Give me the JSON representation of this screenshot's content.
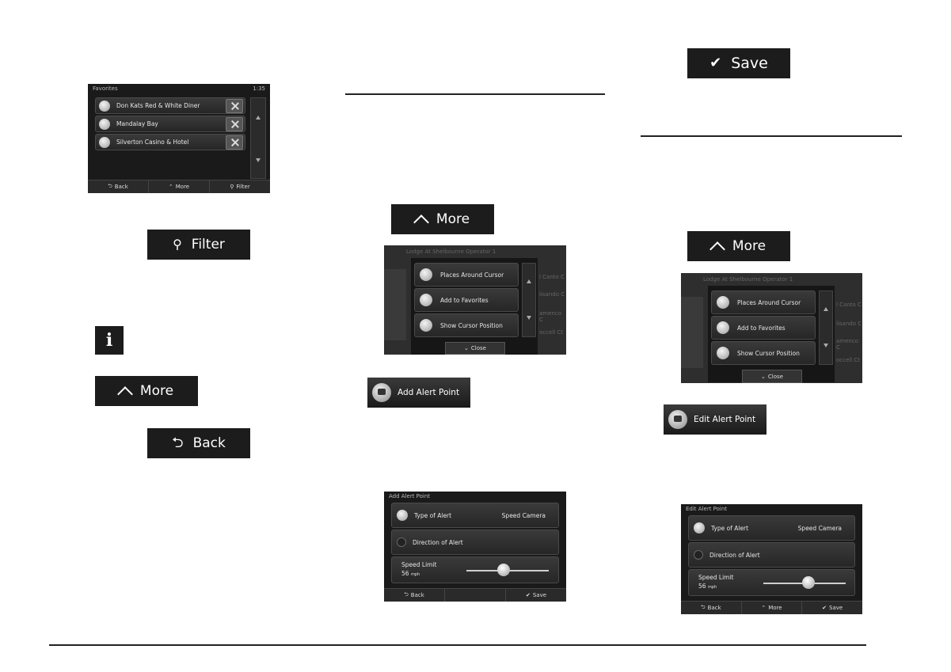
{
  "favorites": {
    "title": "Favorites",
    "time": "1:35",
    "items": [
      "Don Kats Red & White Diner",
      "Mandalay Bay",
      "Silverton Casino & Hotel"
    ],
    "bottom": {
      "back": "Back",
      "more": "More",
      "filter": "Filter"
    }
  },
  "buttons": {
    "filter": "Filter",
    "info": "i",
    "more": "More",
    "back": "Back",
    "save": "Save",
    "add_alert_point": "Add Alert Point",
    "edit_alert_point": "Edit Alert Point"
  },
  "map_menu": {
    "faded_header": "Lodge At Shelbourne Operator 1",
    "items": [
      "Places Around Cursor",
      "Add to Favorites",
      "Show Cursor Position"
    ],
    "close": "Close",
    "faded_right": [
      "l Canto C",
      "lisando C",
      "amenco C",
      "occell Ct"
    ]
  },
  "add_alert": {
    "title": "Add Alert Point",
    "type_label": "Type of Alert",
    "type_value": "Speed Camera",
    "direction_label": "Direction of Alert",
    "speed_label": "Speed Limit",
    "speed_value": "56",
    "speed_unit": "mph",
    "slider_fraction": 0.45,
    "bottom": {
      "back": "Back",
      "save": "Save"
    }
  },
  "edit_alert": {
    "title": "Edit Alert Point",
    "type_label": "Type of Alert",
    "type_value": "Speed Camera",
    "direction_label": "Direction of Alert",
    "speed_label": "Speed Limit",
    "speed_value": "56",
    "speed_unit": "mph",
    "slider_fraction": 0.55,
    "bottom": {
      "back": "Back",
      "more": "More",
      "save": "Save"
    }
  }
}
